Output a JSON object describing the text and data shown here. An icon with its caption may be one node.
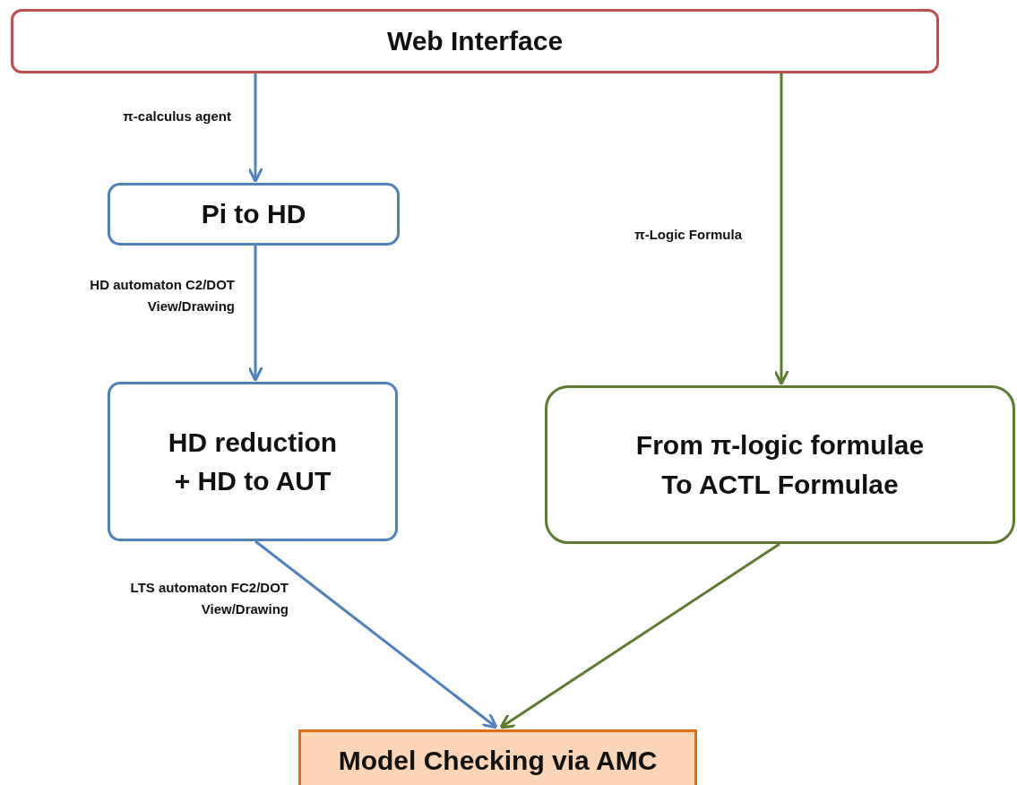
{
  "diagram": {
    "nodes": [
      {
        "text": [
          "Web Interface"
        ]
      },
      {
        "text": [
          "Pi to HD"
        ]
      },
      {
        "text": [
          "HD reduction + HD to AUT"
        ]
      },
      {
        "text": [
          "From π-logic formulae To ACTL Formulae"
        ]
      },
      {
        "text": [
          "Model Checking via AMC"
        ]
      }
    ],
    "edges": [
      {
        "from": 0,
        "to": 1,
        "arrow": "to",
        "label": "π-calculus agent"
      },
      {
        "from": 1,
        "to": 2,
        "arrow": "to",
        "label": "HD automaton C2/DOT View/Drawing"
      },
      {
        "from": 2,
        "to": 4,
        "arrow": "to",
        "label": "LTS automaton FC2/DOT View/Drawing"
      },
      {
        "from": 0,
        "to": 3,
        "arrow": "to",
        "label": "π-Logic Formula",
        "color": "#5e7a2e"
      },
      {
        "from": 3,
        "to": 4,
        "arrow": "to",
        "color": "#5e7a2e"
      }
    ]
  }
}
